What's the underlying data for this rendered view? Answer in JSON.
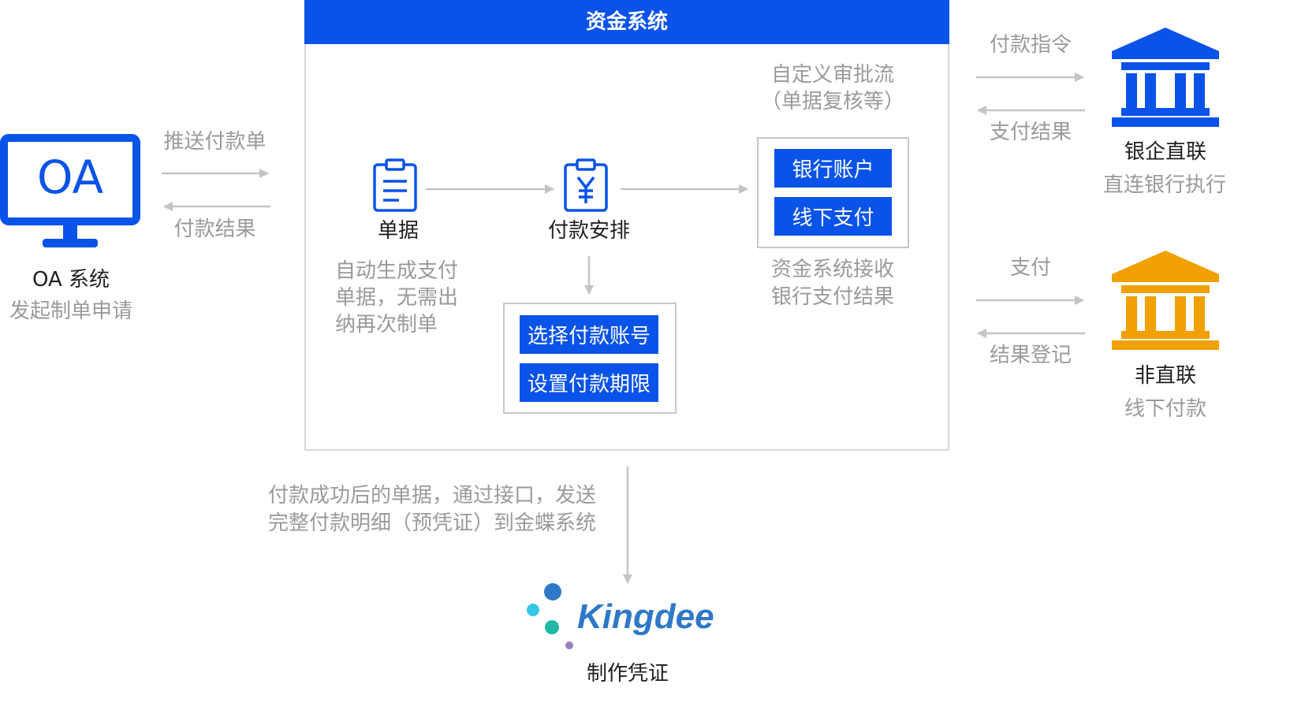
{
  "system": {
    "title": "资金系统"
  },
  "oa": {
    "icon_text": "OA",
    "name": "OA 系统",
    "desc": "发起制单申请",
    "push_label": "推送付款单",
    "result_label": "付款结果"
  },
  "flow": {
    "approval_line1": "自定义审批流",
    "approval_line2": "（单据复核等）",
    "doc_label": "单据",
    "doc_desc": [
      "自动生成支付",
      "单据，无需出",
      "纳再次制单"
    ],
    "arrange_label": "付款安排",
    "account_box": [
      "选择付款账号",
      "设置付款期限"
    ],
    "pay_box": [
      "银行账户",
      "线下支付"
    ],
    "receive_desc": [
      "资金系统接收",
      "银行支付结果"
    ]
  },
  "bank_direct": {
    "instruction_label": "付款指令",
    "result_label": "支付结果",
    "name": "银企直联",
    "desc": "直连银行执行"
  },
  "non_direct": {
    "pay_label": "支付",
    "register_label": "结果登记",
    "name": "非直联",
    "desc": "线下付款"
  },
  "kingdee": {
    "note_line1": "付款成功后的单据，通过接口，发送",
    "note_line2": "完整付款明细（预凭证）到金蝶系统",
    "logo_text": "Kingdee",
    "label": "制作凭证"
  },
  "colors": {
    "primary": "#0a53e8",
    "orange": "#f0a000",
    "gray_text": "#9a9a9a",
    "arrow": "#c4c4c4"
  },
  "icons": [
    "monitor-icon",
    "clipboard-icon",
    "yen-clipboard-icon",
    "bank-icon",
    "kingdee-logo"
  ]
}
